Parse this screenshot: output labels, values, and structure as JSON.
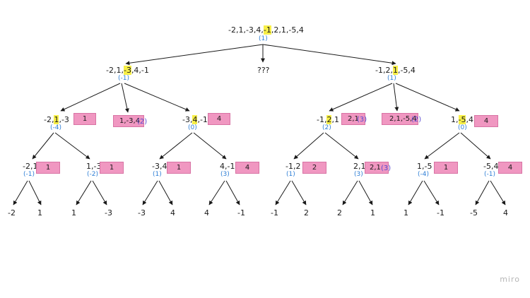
{
  "tree": {
    "root": {
      "pre": "-2,1,-3,4,",
      "hl": "-1",
      "post": ",2,1,-5,4",
      "idx": "(1)"
    },
    "middle_label": "???",
    "l1": {
      "left": {
        "pre": "-2,1,",
        "hl": "-3",
        "post": ",4,-1",
        "idx": "(-1)"
      },
      "right": {
        "pre": "-1,2,",
        "hl": "1",
        "post": ",-5,4",
        "idx": "(1)"
      }
    },
    "l2": {
      "a": {
        "pre": "-2,",
        "hl": "1",
        "post": ",-3",
        "idx": "(-4)",
        "box": "1"
      },
      "b": {
        "box": "1,-3,4",
        "sub": "(2)"
      },
      "c": {
        "pre": "-3,",
        "hl": "4",
        "post": ",-1",
        "idx": "(0)",
        "box": "4"
      },
      "d": {
        "pre": "-1,",
        "hl": "2",
        "post": ",1",
        "idx": "(2)",
        "box": "2,1",
        "sub": "(3)"
      },
      "e": {
        "box": "2,1,-5,4",
        "sub": "(2)"
      },
      "f": {
        "pre": "1,",
        "hl": "-5",
        "post": ",4",
        "idx": "(0)",
        "box": "4"
      }
    },
    "l3": [
      {
        "text": "-2,1",
        "idx": "(-1)",
        "box": "1"
      },
      {
        "text": "1,-3",
        "idx": "(-2)",
        "box": "1"
      },
      {
        "text": "-3,4",
        "idx": "(1)",
        "box": "1"
      },
      {
        "text": "4,-1",
        "idx": "(3)",
        "box": "4"
      },
      {
        "text": "-1,2",
        "idx": "(1)",
        "box": "2"
      },
      {
        "text": "2,1",
        "idx": "(3)",
        "box": "2,1",
        "sub": "(3)"
      },
      {
        "text": "1,-5",
        "idx": "(-4)",
        "box": "1"
      },
      {
        "text": "-5,4",
        "idx": "(-1)",
        "box": "4"
      }
    ],
    "leaves": [
      "-2",
      "1",
      "1",
      "-3",
      "-3",
      "4",
      "4",
      "-1",
      "-1",
      "2",
      "2",
      "1",
      "1",
      "-1",
      "-5",
      "4"
    ]
  },
  "watermark": "miro"
}
